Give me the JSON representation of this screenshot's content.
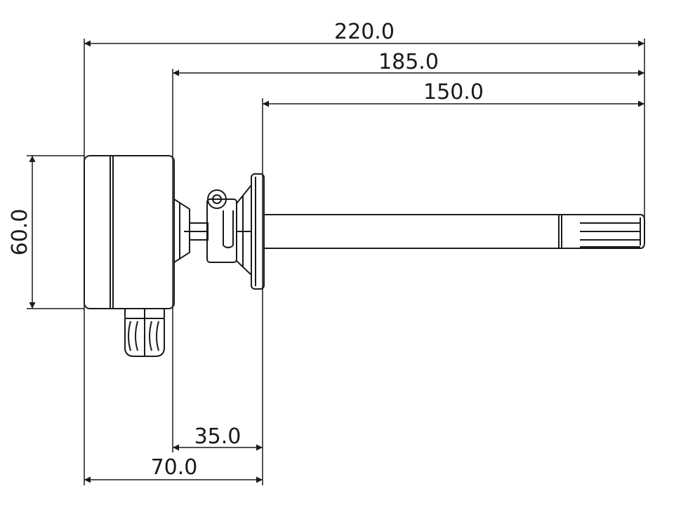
{
  "drawing": {
    "units": "mm",
    "dimensions": {
      "overall_length": "220.0",
      "enclosure_rear_to_probe_tip": "185.0",
      "probe_length": "150.0",
      "enclosure_height": "60.0",
      "flange_offset": "35.0",
      "enclosure_to_flange": "70.0"
    }
  }
}
